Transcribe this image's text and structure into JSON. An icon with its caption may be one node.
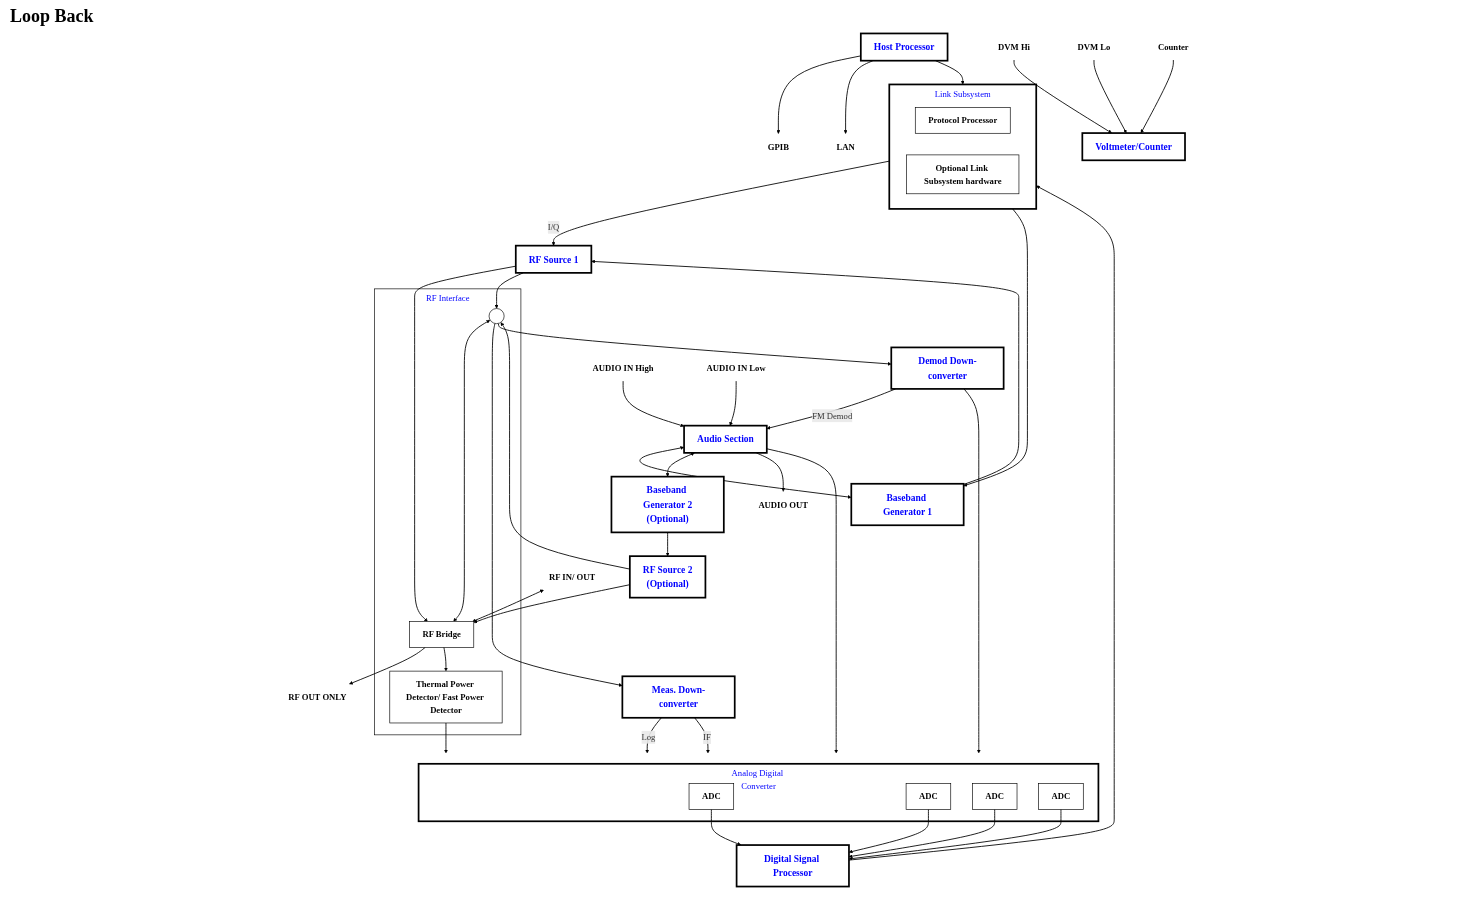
{
  "diagram": {
    "nodes": [
      {
        "text": [
          "RF Interface"
        ]
      },
      {
        "text": [],
        "shape": "circle",
        "in": 0
      },
      {
        "text": [
          "RF Bridge"
        ],
        "in": 0
      },
      {
        "text": [
          "Thermal Power Detector/ Fast Power Detector"
        ],
        "in": 0
      },
      {
        "text": [
          "RF Source 1"
        ]
      },
      {
        "text": [
          "Baseband Generator 1"
        ]
      },
      {
        "text": [
          "RF Source 2",
          "(Optional)"
        ]
      },
      {
        "text": [
          "Baseband Generator 2",
          "(Optional)"
        ]
      },
      {
        "text": [
          "Audio Section"
        ]
      },
      {
        "text": [
          "AUDIO IN High"
        ]
      },
      {
        "text": [
          "AUDIO IN Low"
        ]
      },
      {
        "text": [
          "AUDIO OUT"
        ]
      },
      {
        "text": [
          "Link Subsystem"
        ]
      },
      {
        "text": [
          "Protocol Processor"
        ],
        "in": 12
      },
      {
        "text": [
          "Optional Link Subsystem hardware"
        ],
        "in": 12
      },
      {
        "text": [
          "Host Processor"
        ]
      },
      {
        "text": [
          "GPIB"
        ]
      },
      {
        "text": [
          "LAN"
        ]
      },
      {
        "text": [
          "Analog Digital Converter"
        ]
      },
      {
        "text": [
          "ADC"
        ],
        "in": 18
      },
      {
        "text": [
          "ADC"
        ],
        "in": 18
      },
      {
        "text": [
          "ADC"
        ],
        "in": 18
      },
      {
        "text": [
          "ADC"
        ],
        "in": 18
      },
      {
        "text": [
          "Digital Signal Processor"
        ]
      },
      {
        "text": [
          "Meas. Down-converter"
        ]
      },
      {
        "text": [
          "Demod Down-converter"
        ]
      },
      {
        "text": [
          "Voltmeter/Counter"
        ]
      },
      {
        "text": [
          "DVM Hi"
        ]
      },
      {
        "text": [
          "DVM Lo"
        ]
      },
      {
        "text": [
          "Counter"
        ]
      },
      {
        "text": [
          "RF IN/ OUT"
        ]
      },
      {
        "text": [
          "RF OUT ONLY"
        ]
      }
    ],
    "edges": [
      {
        "from": 4,
        "to": 2,
        "arrow": "to"
      },
      {
        "from": 4,
        "to": 1,
        "arrow": "to"
      },
      {
        "from": 6,
        "to": 2,
        "arrow": "to"
      },
      {
        "from": 6,
        "to": 1,
        "arrow": "to"
      },
      {
        "from": 1,
        "to": 2,
        "arrow": "both"
      },
      {
        "from": 1,
        "to": 24,
        "arrow": "to"
      },
      {
        "from": 1,
        "to": 25,
        "arrow": "to"
      },
      {
        "from": 30,
        "to": 2,
        "arrow": "both"
      },
      {
        "from": 2,
        "to": 31,
        "arrow": "to"
      },
      {
        "from": 2,
        "to": 3,
        "arrow": "to"
      },
      {
        "from": 3,
        "to": 18,
        "arrow": "to"
      },
      {
        "from": 5,
        "to": 4,
        "arrow": "to"
      },
      {
        "from": 7,
        "to": 6,
        "arrow": "to"
      },
      {
        "from": 12,
        "to": 4,
        "label": "I/Q",
        "arrow": "to"
      },
      {
        "from": 12,
        "to": 5,
        "arrow": "to"
      },
      {
        "from": 8,
        "to": 5,
        "arrow": "both"
      },
      {
        "from": 8,
        "to": 7,
        "arrow": "both"
      },
      {
        "from": 9,
        "to": 8,
        "arrow": "to"
      },
      {
        "from": 10,
        "to": 8,
        "arrow": "to"
      },
      {
        "from": 8,
        "to": 11,
        "arrow": "to"
      },
      {
        "from": 8,
        "to": 18,
        "arrow": "to"
      },
      {
        "from": 15,
        "to": 12,
        "arrow": "to"
      },
      {
        "from": 23,
        "to": 12,
        "arrow": "to"
      },
      {
        "from": 15,
        "to": 16,
        "arrow": "to"
      },
      {
        "from": 15,
        "to": 17,
        "arrow": "to"
      },
      {
        "from": 24,
        "to": 18,
        "label": "Log",
        "arrow": "to"
      },
      {
        "from": 24,
        "to": 18,
        "label": "IF",
        "arrow": "to"
      },
      {
        "from": 25,
        "to": 18,
        "arrow": "to"
      },
      {
        "from": 25,
        "to": 8,
        "label": "FM Demod",
        "arrow": "to"
      },
      {
        "from": 19,
        "to": 23,
        "arrow": "to"
      },
      {
        "from": 20,
        "to": 23,
        "arrow": "to"
      },
      {
        "from": 21,
        "to": 23,
        "arrow": "to"
      },
      {
        "from": 22,
        "to": 23,
        "arrow": "to"
      },
      {
        "from": 27,
        "to": 26,
        "arrow": "to"
      },
      {
        "from": 28,
        "to": 26,
        "arrow": "to"
      },
      {
        "from": 29,
        "to": 26,
        "arrow": "to"
      }
    ],
    "labels": [
      "Loop Back"
    ]
  }
}
